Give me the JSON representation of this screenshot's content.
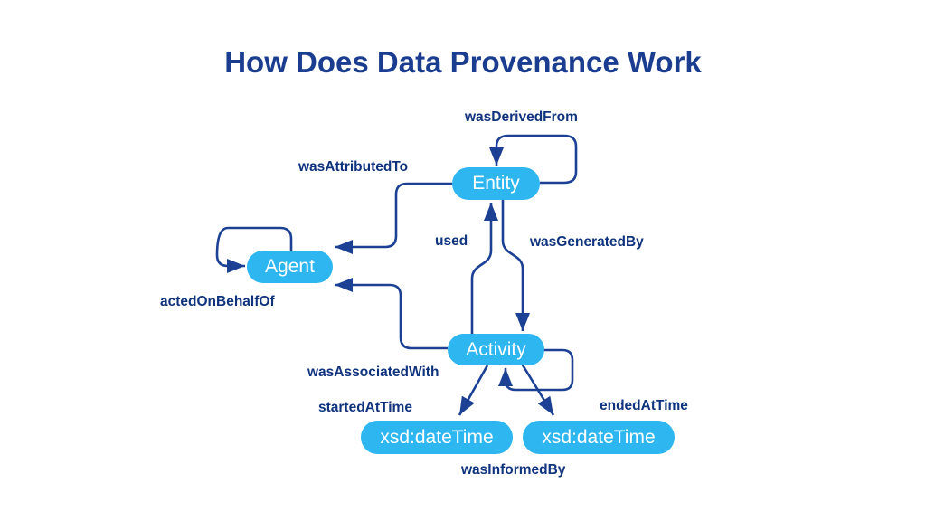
{
  "title": "How Does Data Provenance Work",
  "colors": {
    "background": "#ffffff",
    "title_text": "#1b3d90",
    "node_fill": "#2eb6f1",
    "node_text": "#ffffff",
    "edge_line": "#1c4194",
    "edge_label_text": "#10337d"
  },
  "diagram": {
    "type": "provenance-graph",
    "nodes": [
      {
        "id": "entity",
        "label": "Entity"
      },
      {
        "id": "agent",
        "label": "Agent"
      },
      {
        "id": "activity",
        "label": "Activity"
      },
      {
        "id": "datetime-start",
        "label": "xsd:dateTime"
      },
      {
        "id": "datetime-end",
        "label": "xsd:dateTime"
      }
    ],
    "edges": [
      {
        "label": "wasDerivedFrom",
        "from": "entity",
        "to": "entity"
      },
      {
        "label": "wasAttributedTo",
        "from": "entity",
        "to": "agent"
      },
      {
        "label": "used",
        "from": "activity",
        "to": "entity"
      },
      {
        "label": "wasGeneratedBy",
        "from": "entity",
        "to": "activity"
      },
      {
        "label": "actedOnBehalfOf",
        "from": "agent",
        "to": "agent"
      },
      {
        "label": "wasAssociatedWith",
        "from": "activity",
        "to": "agent"
      },
      {
        "label": "startedAtTime",
        "from": "activity",
        "to": "datetime-start"
      },
      {
        "label": "endedAtTime",
        "from": "activity",
        "to": "datetime-end"
      },
      {
        "label": "wasInformedBy",
        "from": "activity",
        "to": "activity"
      }
    ]
  }
}
